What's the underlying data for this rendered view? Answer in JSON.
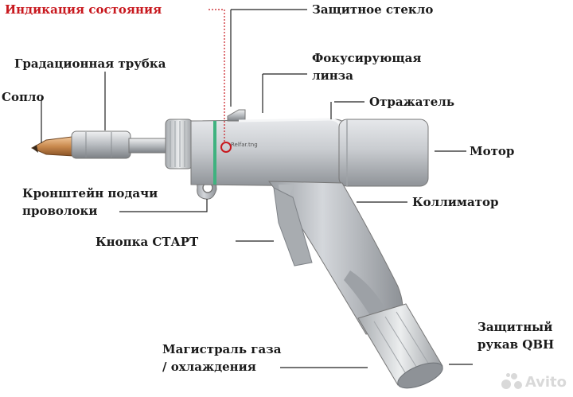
{
  "labels": {
    "status_indication": "Индикация состояния",
    "protective_glass": "Защитное стекло",
    "focusing_lens_1": "Фокусирующая",
    "focusing_lens_2": "линза",
    "gradation_tube": "Градационная трубка",
    "reflector": "Отражатель",
    "nozzle": "Сопло",
    "motor": "Мотор",
    "wire_feed_1": "Кронштейн подачи",
    "wire_feed_2": "проволоки",
    "collimator": "Коллиматор",
    "start_button": "Кнопка СТАРТ",
    "gas_line_1": "Магистраль газа",
    "gas_line_2": "/ охлаждения",
    "qbh_1": "Защитный",
    "qbh_2": "рукав QBH",
    "gun_engraving": "Relfar.tng"
  },
  "watermark": {
    "text": "Avito"
  },
  "colors": {
    "status_red": "#c8181e",
    "label_text": "#1a1a1a",
    "indicator_green": "#3fb27f",
    "nozzle_copper": "#c98a4e",
    "body_metal": "#c9ccd0"
  }
}
